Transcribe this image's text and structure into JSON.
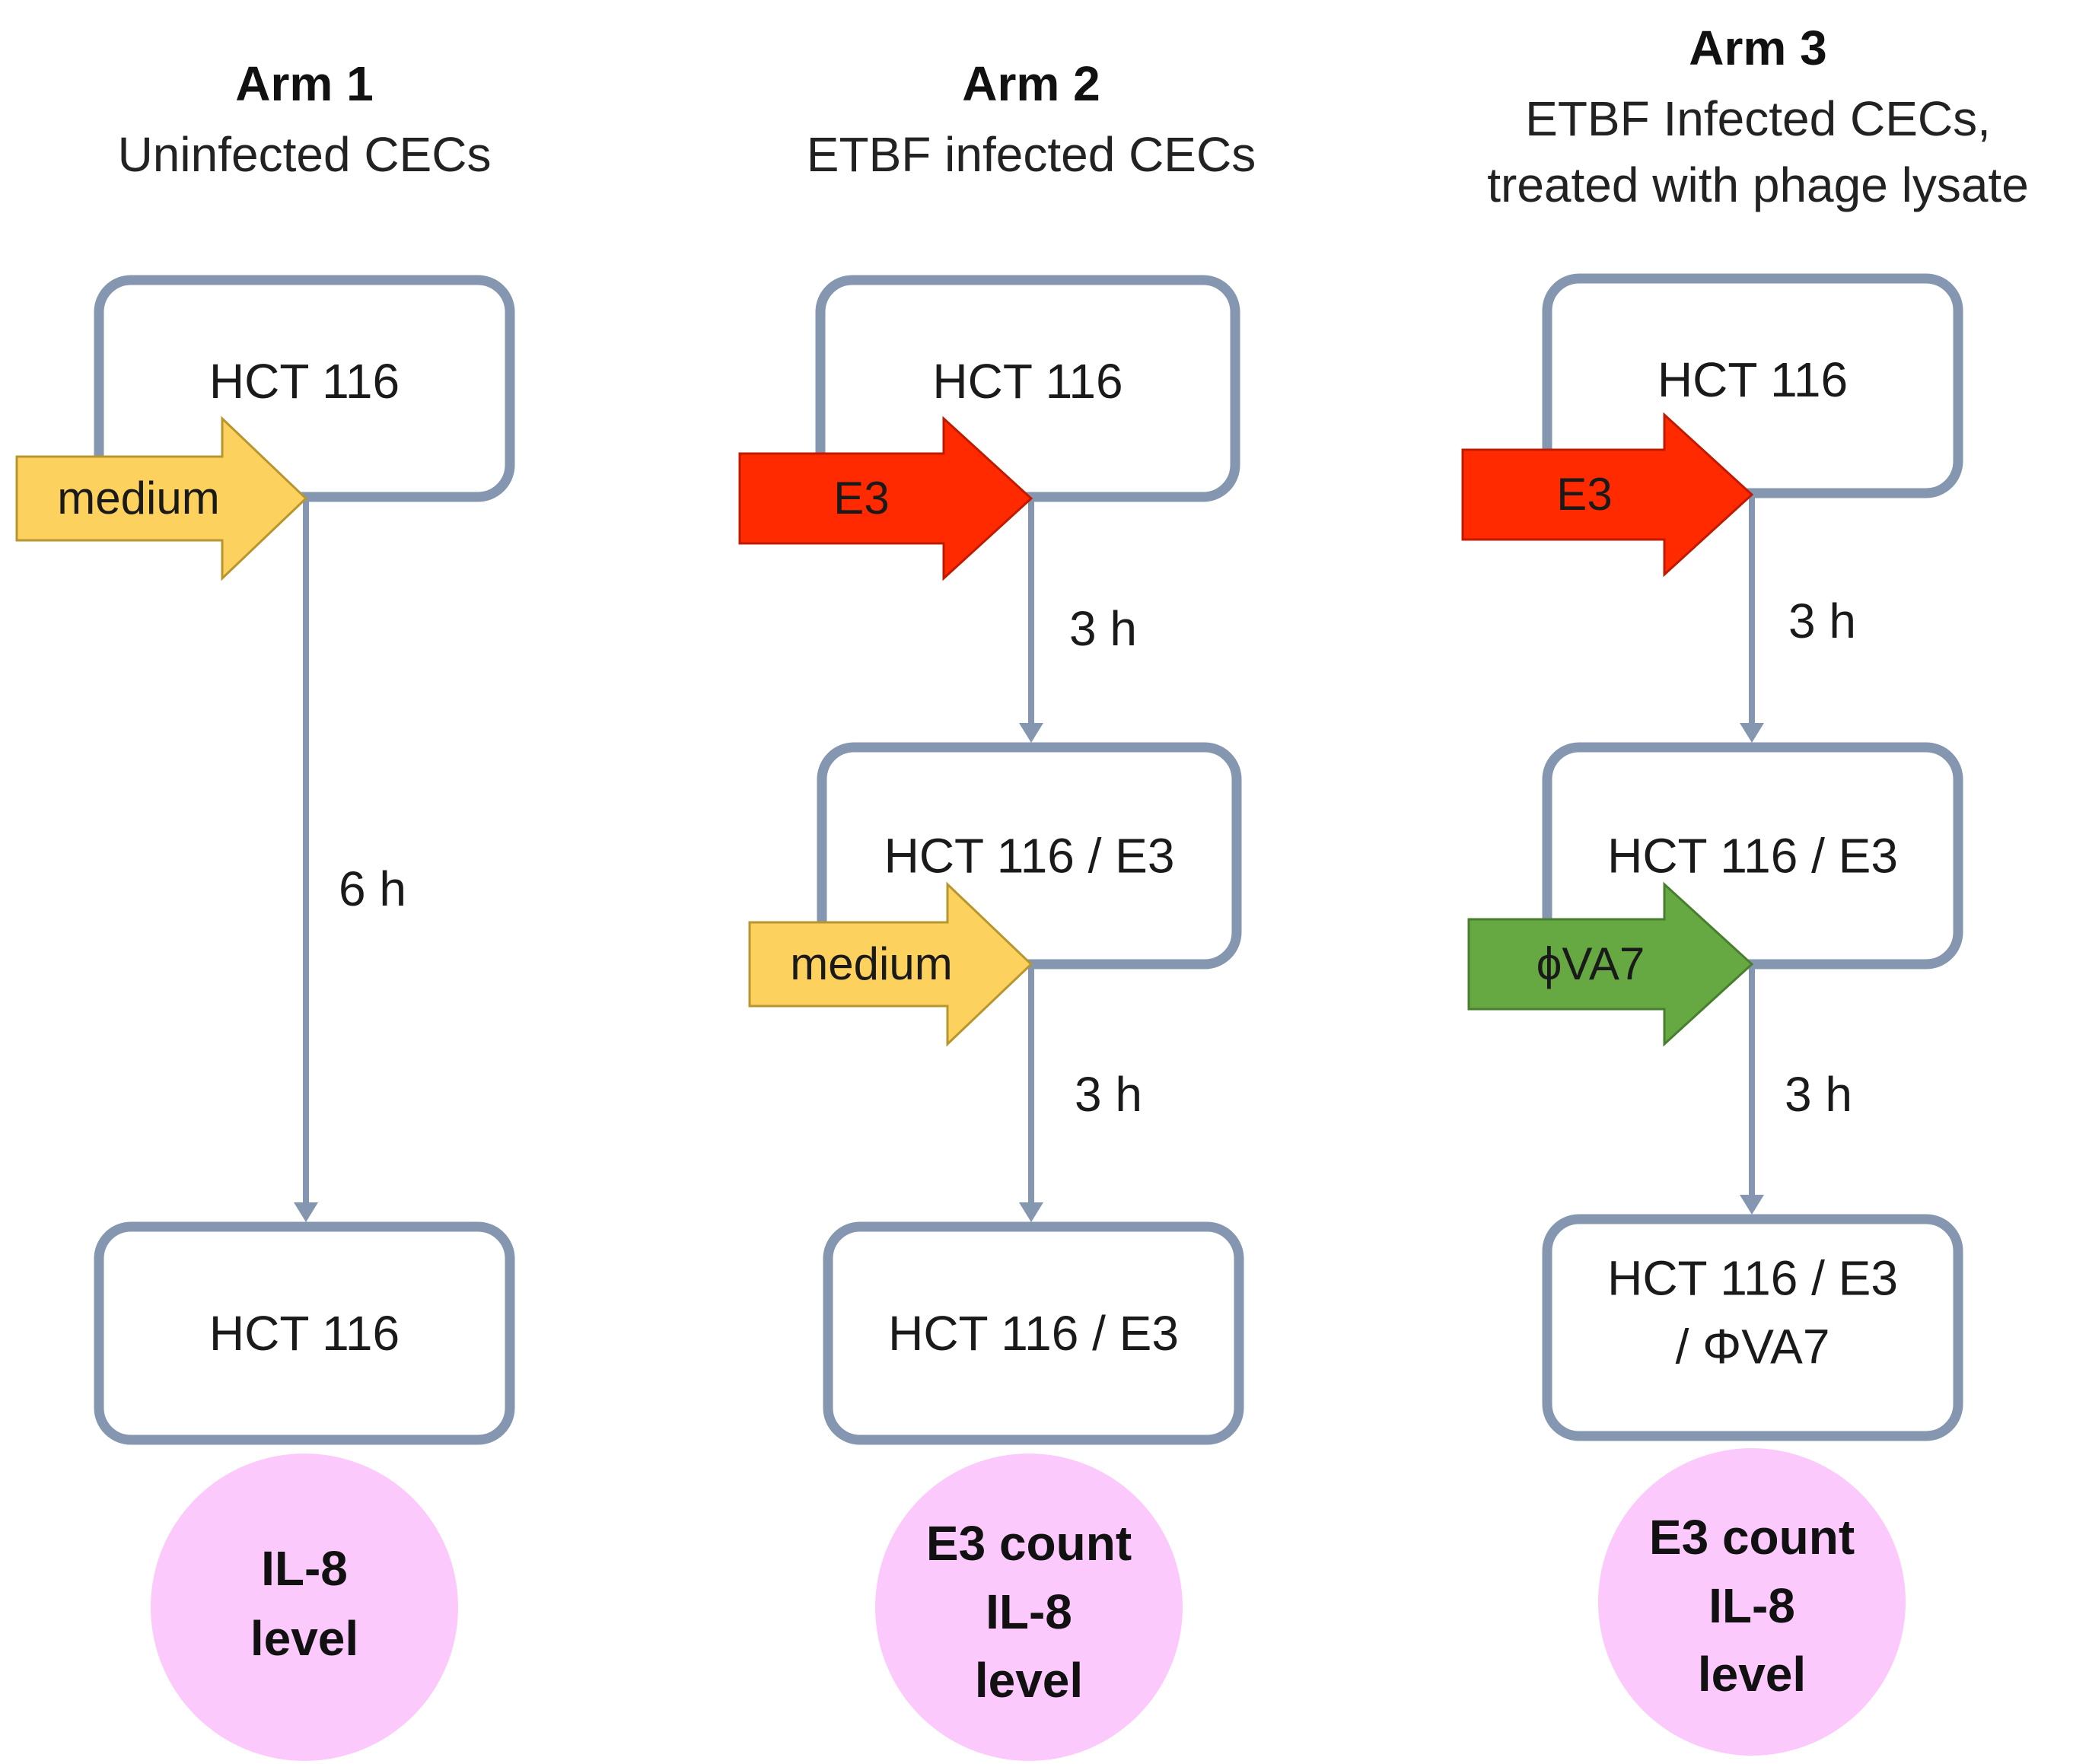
{
  "colors": {
    "box_stroke": "#8496b0",
    "medium_arrow": "#fcd15e",
    "e3_arrow": "#ff2a00",
    "phage_arrow": "#66a943",
    "output_circle": "#fcc9fc"
  },
  "arms": [
    {
      "title": "Arm 1",
      "subtitle_lines": [
        "Uninfected CECs"
      ],
      "boxes": [
        {
          "lines": [
            "HCT 116"
          ]
        },
        {
          "lines": [
            "HCT 116"
          ]
        }
      ],
      "steps": [
        {
          "input": "medium",
          "input_type": "medium",
          "duration": "6 h"
        }
      ],
      "output_lines": [
        "IL-8",
        "level"
      ]
    },
    {
      "title": "Arm 2",
      "subtitle_lines": [
        "ETBF infected CECs"
      ],
      "boxes": [
        {
          "lines": [
            "HCT 116"
          ]
        },
        {
          "lines": [
            "HCT 116 / E3"
          ]
        },
        {
          "lines": [
            "HCT 116 / E3"
          ]
        }
      ],
      "steps": [
        {
          "input": "E3",
          "input_type": "e3",
          "duration": "3 h"
        },
        {
          "input": "medium",
          "input_type": "medium",
          "duration": "3 h"
        }
      ],
      "output_lines": [
        "E3 count",
        "IL-8",
        "level"
      ]
    },
    {
      "title": "Arm 3",
      "subtitle_lines": [
        "ETBF Infected CECs,",
        "treated with phage lysate"
      ],
      "boxes": [
        {
          "lines": [
            "HCT 116"
          ]
        },
        {
          "lines": [
            "HCT 116 / E3"
          ]
        },
        {
          "lines": [
            "HCT 116 / E3",
            "/ ΦVA7"
          ]
        }
      ],
      "steps": [
        {
          "input": "E3",
          "input_type": "e3",
          "duration": "3 h"
        },
        {
          "input": "ϕVA7",
          "input_type": "phage",
          "duration": "3 h"
        }
      ],
      "output_lines": [
        "E3 count",
        "IL-8",
        "level"
      ]
    }
  ]
}
